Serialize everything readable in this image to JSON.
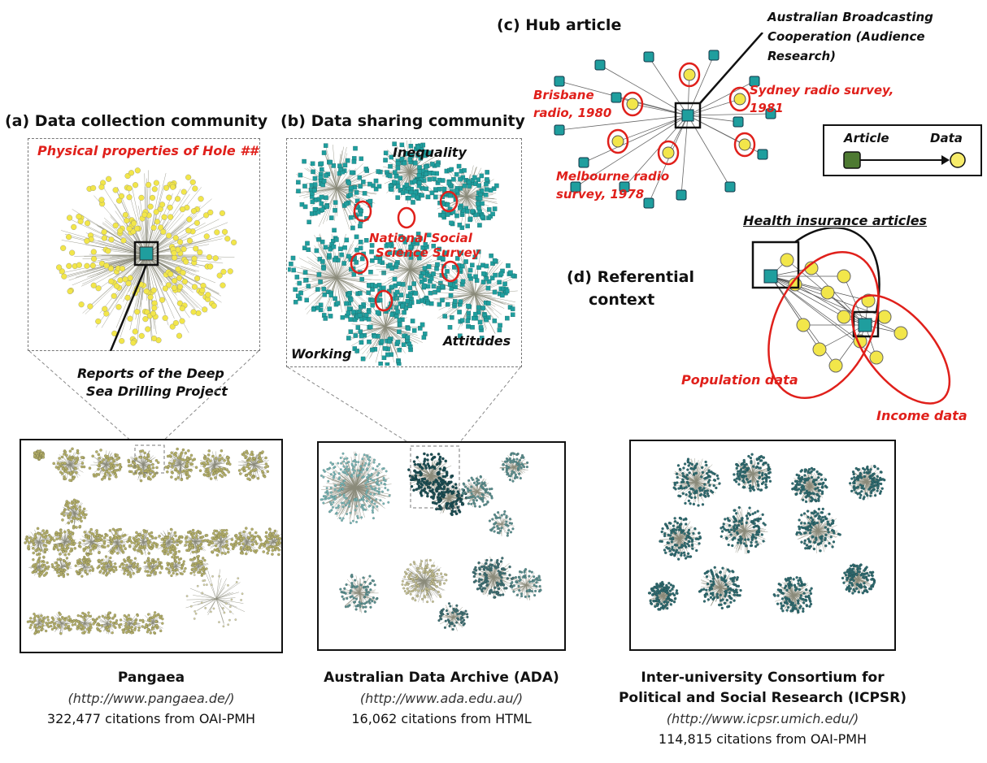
{
  "panels": {
    "a": {
      "title": "(a) Data collection community",
      "label_top": "Physical properties of Hole ##",
      "label_bottom_1": "Reports of the Deep",
      "label_bottom_2": "Sea Drilling Project"
    },
    "b": {
      "title": "(b) Data sharing community",
      "label_inequality": "Inequality",
      "label_nss_1": "National Social",
      "label_nss_2": "Science Survey",
      "label_attitudes": "Attitudes",
      "label_working": "Working"
    },
    "c": {
      "title": "(c) Hub article",
      "hub_label_1": "Australian Broadcasting",
      "hub_label_2": "Cooperation (Audience",
      "hub_label_3": "Research)",
      "brisbane_1": "Brisbane",
      "brisbane_2": "radio, 1980",
      "sydney_1": "Sydney radio survey,",
      "sydney_2": "1981",
      "melbourne_1": "Melbourne radio",
      "melbourne_2": "survey, 1978"
    },
    "legend": {
      "article": "Article",
      "data": "Data"
    },
    "d": {
      "title_1": "(d) Referential",
      "title_2": "context",
      "health": "Health insurance articles",
      "population": "Population data",
      "income": "Income data"
    }
  },
  "repositories": [
    {
      "name": "Pangaea",
      "url": "(http://www.pangaea.de/)",
      "citations": "322,477 citations from OAI-PMH"
    },
    {
      "name": "Australian Data Archive (ADA)",
      "url": "(http://www.ada.edu.au/)",
      "citations": "16,062 citations from HTML"
    },
    {
      "name_1": "Inter-university Consortium for",
      "name_2": "Political and Social Research (ICPSR)",
      "url": "(http://www.icpsr.umich.edu/)",
      "citations": "114,815 citations from OAI-PMH"
    }
  ],
  "colors": {
    "article_node": "#1f9e9e",
    "data_node": "#f2e64a",
    "highlight": "#e0201b",
    "legend_article": "#4e7a32"
  }
}
